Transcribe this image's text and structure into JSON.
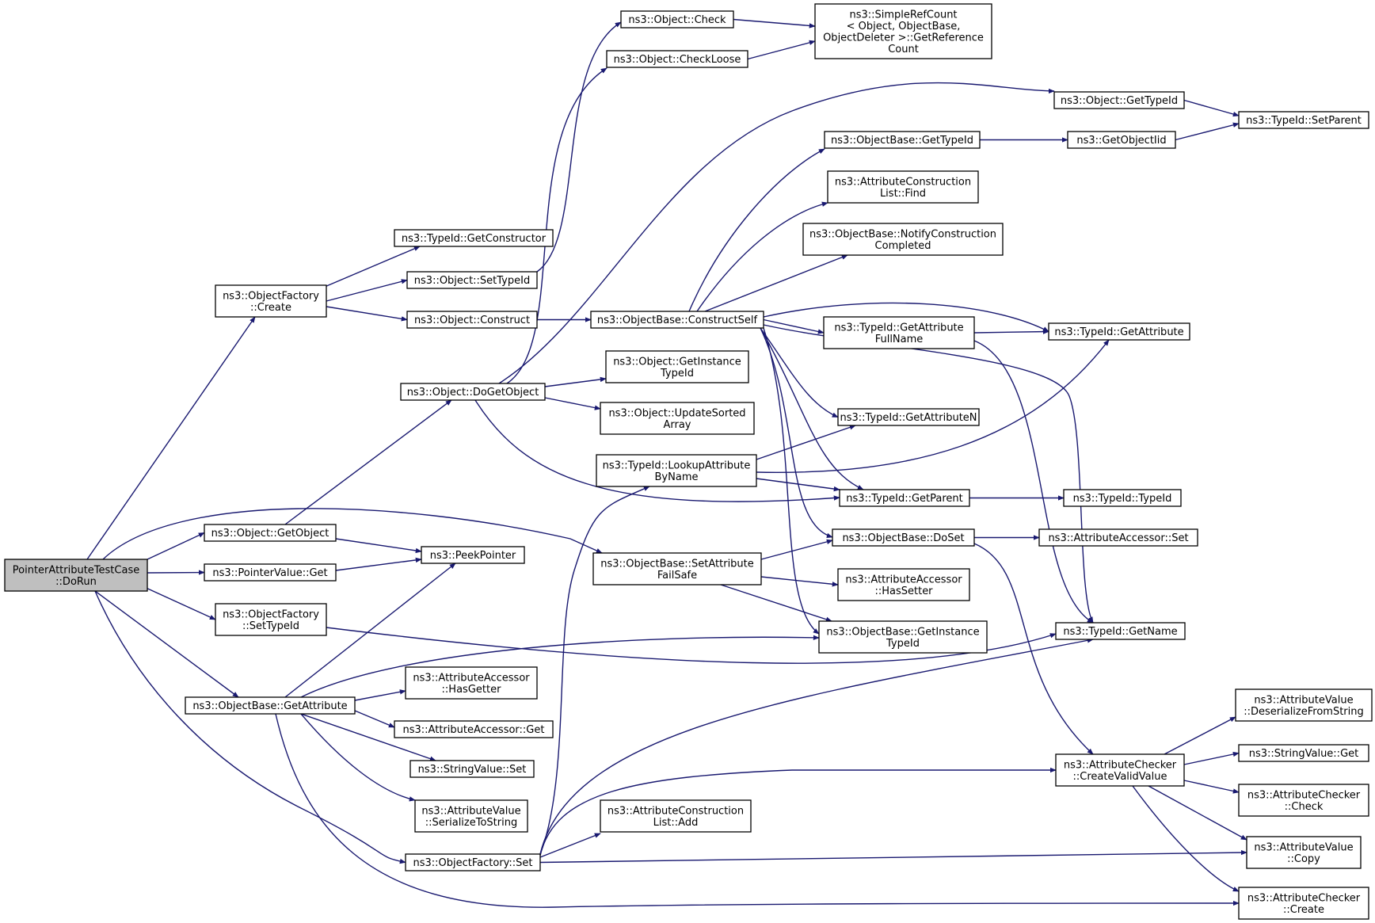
{
  "diagram": {
    "type": "call-graph",
    "colors": {
      "edge": "#191970",
      "node_border": "#000000",
      "root_fill": "#bfbfbf",
      "node_fill": "#ffffff"
    },
    "nodes": {
      "root": [
        "PointerAttributeTestCase",
        "::DoRun"
      ],
      "of_create": [
        "ns3::ObjectFactory",
        "::Create"
      ],
      "typeid_getconstructor": [
        "ns3::TypeId::GetConstructor"
      ],
      "object_settypeid": [
        "ns3::Object::SetTypeId"
      ],
      "object_construct": [
        "ns3::Object::Construct"
      ],
      "object_check": [
        "ns3::Object::Check"
      ],
      "object_checkloose": [
        "ns3::Object::CheckLoose"
      ],
      "simplerefcount": [
        "ns3::SimpleRefCount",
        "< Object, ObjectBase,",
        "ObjectDeleter >::GetReference",
        "Count"
      ],
      "object_gettypeid": [
        "ns3::Object::GetTypeId"
      ],
      "typeid_setparent": [
        "ns3::TypeId::SetParent"
      ],
      "objectbase_gettypeid": [
        "ns3::ObjectBase::GetTypeId"
      ],
      "getobjectiid": [
        "ns3::GetObjectIid"
      ],
      "acl_find": [
        "ns3::AttributeConstruction",
        "List::Find"
      ],
      "notifyconstruction": [
        "ns3::ObjectBase::NotifyConstruction",
        "Completed"
      ],
      "constructself": [
        "ns3::ObjectBase::ConstructSelf"
      ],
      "typeid_getattributefullname": [
        "ns3::TypeId::GetAttribute",
        "FullName"
      ],
      "typeid_getattribute": [
        "ns3::TypeId::GetAttribute"
      ],
      "object_doget": [
        "ns3::Object::DoGetObject"
      ],
      "object_getinstancetypeid": [
        "ns3::Object::GetInstance",
        "TypeId"
      ],
      "object_updatesorted": [
        "ns3::Object::UpdateSorted",
        "Array"
      ],
      "typeid_getattributen": [
        "ns3::TypeId::GetAttributeN"
      ],
      "lookupattributebyname": [
        "ns3::TypeId::LookupAttribute",
        "ByName"
      ],
      "typeid_getparent": [
        "ns3::TypeId::GetParent"
      ],
      "typeid_typeid": [
        "ns3::TypeId::TypeId"
      ],
      "object_getobject": [
        "ns3::Object::GetObject"
      ],
      "peekpointer": [
        "ns3::PeekPointer"
      ],
      "pointervalue_get": [
        "ns3::PointerValue::Get"
      ],
      "setattributefailsafe": [
        "ns3::ObjectBase::SetAttribute",
        "FailSafe"
      ],
      "objectbase_doset": [
        "ns3::ObjectBase::DoSet"
      ],
      "accessor_set": [
        "ns3::AttributeAccessor::Set"
      ],
      "accessor_hassetter": [
        "ns3::AttributeAccessor",
        "::HasSetter"
      ],
      "objectbase_getinstancetypeid": [
        "ns3::ObjectBase::GetInstance",
        "TypeId"
      ],
      "typeid_getname": [
        "ns3::TypeId::GetName"
      ],
      "of_settypeid": [
        "ns3::ObjectFactory",
        "::SetTypeId"
      ],
      "objectbase_getattribute": [
        "ns3::ObjectBase::GetAttribute"
      ],
      "accessor_hasgetter": [
        "ns3::AttributeAccessor",
        "::HasGetter"
      ],
      "accessor_get": [
        "ns3::AttributeAccessor::Get"
      ],
      "stringvalue_set": [
        "ns3::StringValue::Set"
      ],
      "attrvalue_serialize": [
        "ns3::AttributeValue",
        "::SerializeToString"
      ],
      "of_set": [
        "ns3::ObjectFactory::Set"
      ],
      "acl_add": [
        "ns3::AttributeConstruction",
        "List::Add"
      ],
      "checker_createvalid": [
        "ns3::AttributeChecker",
        "::CreateValidValue"
      ],
      "attrvalue_deserialize": [
        "ns3::AttributeValue",
        "::DeserializeFromString"
      ],
      "stringvalue_get": [
        "ns3::StringValue::Get"
      ],
      "checker_check": [
        "ns3::AttributeChecker",
        "::Check"
      ],
      "attrvalue_copy": [
        "ns3::AttributeValue",
        "::Copy"
      ],
      "checker_create": [
        "ns3::AttributeChecker",
        "::Create"
      ]
    }
  }
}
